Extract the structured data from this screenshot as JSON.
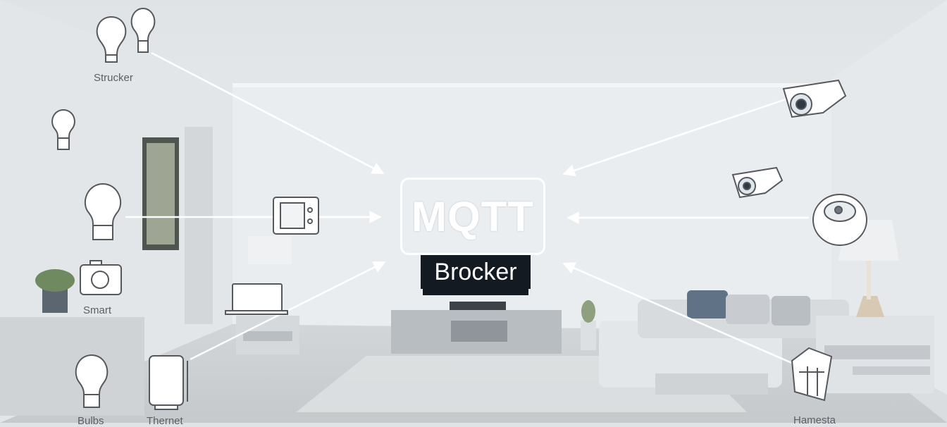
{
  "broker": {
    "title": "MQTT",
    "subtitle": "Brocker"
  },
  "labels": {
    "top_left": "Strucker",
    "smart": "Smart",
    "bulbs": "Bulbs",
    "thermostat": "Thernet",
    "hub": "Hamesta"
  },
  "icons": [
    "bulb-icon",
    "camera-icon",
    "smart-device-icon",
    "laptop-icon",
    "tablet-icon",
    "security-camera-icon",
    "smart-speaker-icon",
    "hub-icon"
  ],
  "colors": {
    "line": "#ffffff",
    "icon_stroke": "#55595e",
    "screen": "#141a22"
  }
}
